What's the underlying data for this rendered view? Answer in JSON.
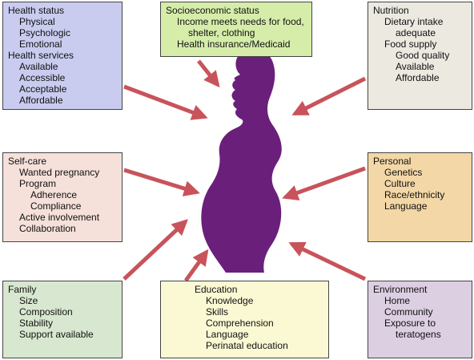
{
  "colors": {
    "silhouette": "#6a1f7a",
    "arrow": "#c8535b"
  },
  "boxes": {
    "health": [
      "Health status",
      "Physical",
      "Psychologic",
      "Emotional",
      "Health services",
      "Available",
      "Accessible",
      "Acceptable",
      "Affordable"
    ],
    "socio": [
      "Socioeconomic status",
      "Income meets needs for food,",
      "shelter, clothing",
      "Health insurance/Medicaid"
    ],
    "nutrition": [
      "Nutrition",
      "Dietary intake",
      "adequate",
      "Food supply",
      "Good quality",
      "Available",
      "Affordable"
    ],
    "selfcare": [
      "Self-care",
      "Wanted pregnancy",
      "Program",
      "Adherence",
      "Compliance",
      "Active involvement",
      "Collaboration"
    ],
    "personal": [
      "Personal",
      "Genetics",
      "Culture",
      "Race/ethnicity",
      "Language"
    ],
    "family": [
      "Family",
      "Size",
      "Composition",
      "Stability",
      "Support available"
    ],
    "education": [
      "Education",
      "Knowledge",
      "Skills",
      "Comprehension",
      "Language",
      "Perinatal education"
    ],
    "environment": [
      "Environment",
      "Home",
      "Community",
      "Exposure to",
      "teratogens"
    ]
  }
}
